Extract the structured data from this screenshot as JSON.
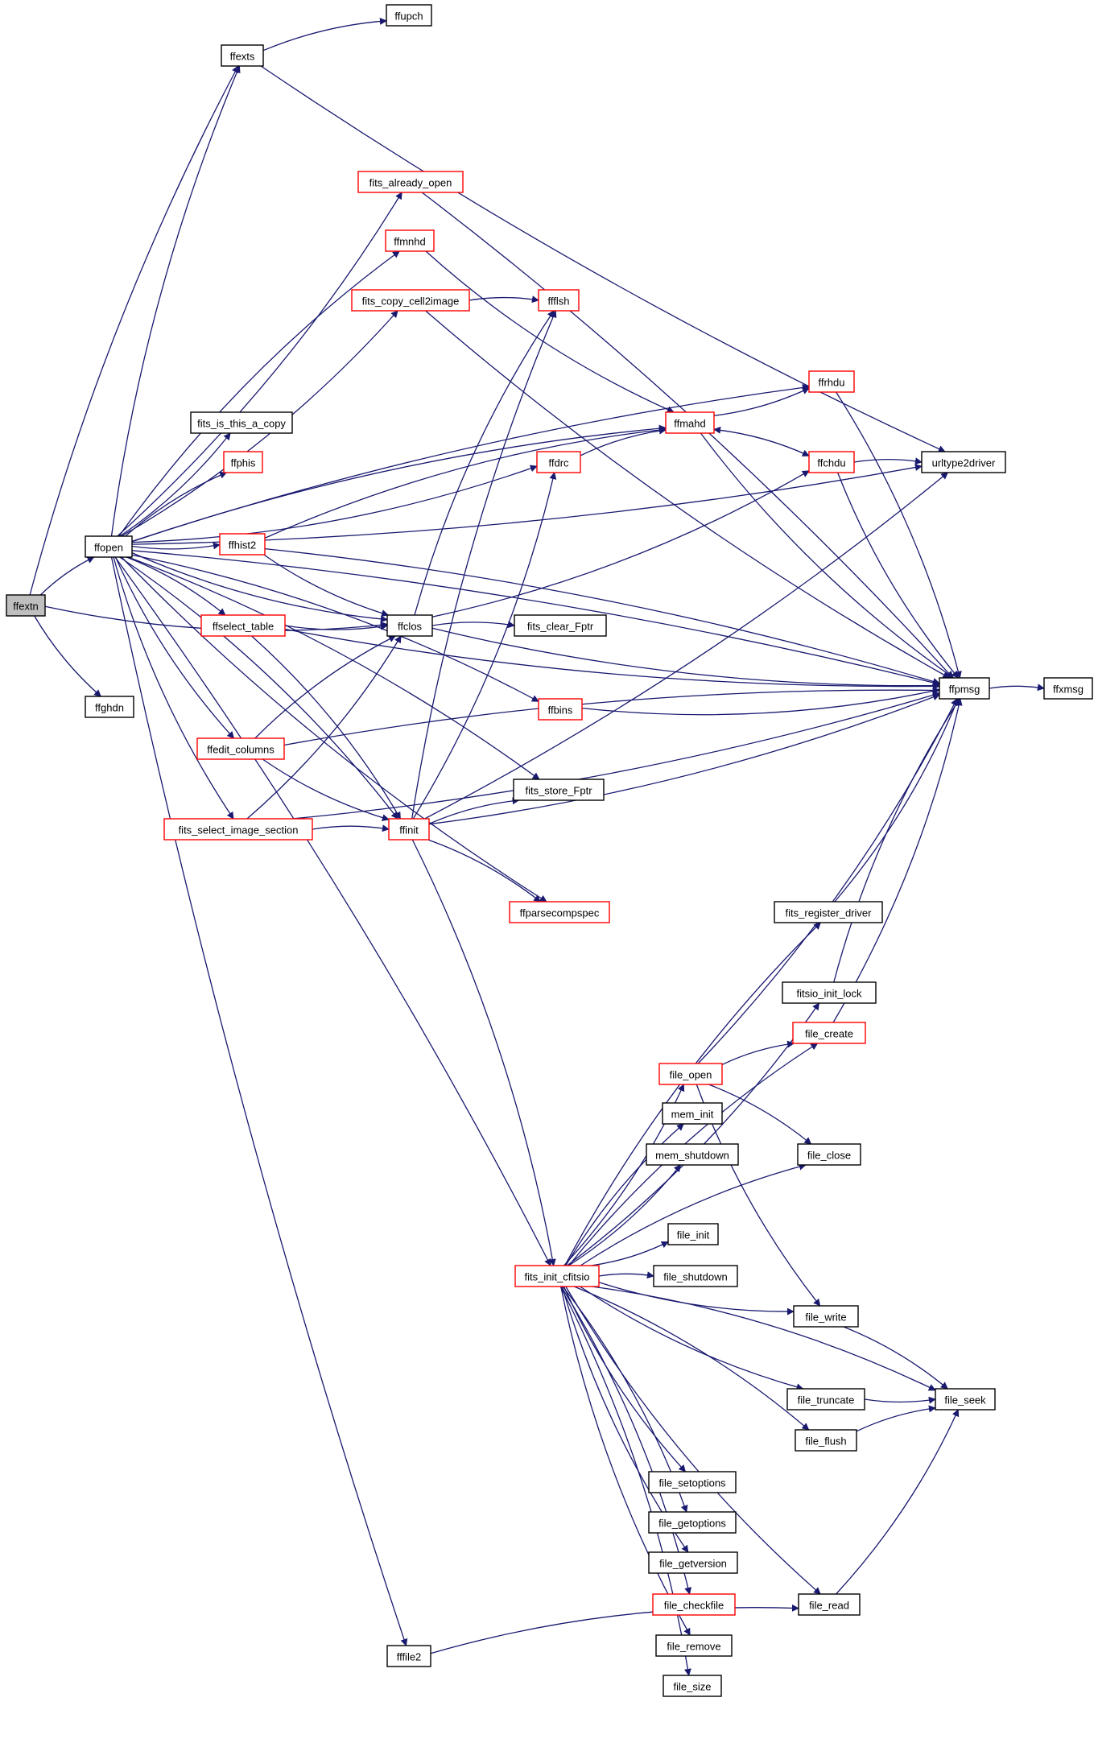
{
  "graph": {
    "accent_edge_color": "#191970",
    "root_fill": "#bfbfbf",
    "truncated_border_color": "#ff0000",
    "normal_border_color": "#000000",
    "nodes": [
      {
        "id": "ffextn",
        "label": "ffextn",
        "style": "root"
      },
      {
        "id": "ffopen",
        "label": "ffopen",
        "style": "black"
      },
      {
        "id": "ffghdn",
        "label": "ffghdn",
        "style": "black"
      },
      {
        "id": "ffexts",
        "label": "ffexts",
        "style": "black"
      },
      {
        "id": "ffupch",
        "label": "ffupch",
        "style": "black"
      },
      {
        "id": "fits_already_open",
        "label": "fits_already_open",
        "style": "red"
      },
      {
        "id": "ffmnhd",
        "label": "ffmnhd",
        "style": "red"
      },
      {
        "id": "fits_copy_cell2image",
        "label": "fits_copy_cell2image",
        "style": "red"
      },
      {
        "id": "ffflsh",
        "label": "ffflsh",
        "style": "red"
      },
      {
        "id": "ffrhdu",
        "label": "ffrhdu",
        "style": "red"
      },
      {
        "id": "fits_is_this_a_copy",
        "label": "fits_is_this_a_copy",
        "style": "black"
      },
      {
        "id": "ffmahd",
        "label": "ffmahd",
        "style": "red"
      },
      {
        "id": "ffphis",
        "label": "ffphis",
        "style": "red"
      },
      {
        "id": "ffdrc",
        "label": "ffdrc",
        "style": "red"
      },
      {
        "id": "ffchdu",
        "label": "ffchdu",
        "style": "red"
      },
      {
        "id": "urltype2driver",
        "label": "urltype2driver",
        "style": "black"
      },
      {
        "id": "ffhist2",
        "label": "ffhist2",
        "style": "red"
      },
      {
        "id": "ffselect_table",
        "label": "ffselect_table",
        "style": "red"
      },
      {
        "id": "ffclos",
        "label": "ffclos",
        "style": "black"
      },
      {
        "id": "fits_clear_Fptr",
        "label": "fits_clear_Fptr",
        "style": "black"
      },
      {
        "id": "ffpmsg",
        "label": "ffpmsg",
        "style": "black"
      },
      {
        "id": "ffxmsg",
        "label": "ffxmsg",
        "style": "black"
      },
      {
        "id": "ffbins",
        "label": "ffbins",
        "style": "red"
      },
      {
        "id": "ffedit_columns",
        "label": "ffedit_columns",
        "style": "red"
      },
      {
        "id": "fits_store_Fptr",
        "label": "fits_store_Fptr",
        "style": "black"
      },
      {
        "id": "fits_select_image_section",
        "label": "fits_select_image_section",
        "style": "red"
      },
      {
        "id": "ffinit",
        "label": "ffinit",
        "style": "red"
      },
      {
        "id": "ffparsecompspec",
        "label": "ffparsecompspec",
        "style": "red"
      },
      {
        "id": "fits_register_driver",
        "label": "fits_register_driver",
        "style": "black"
      },
      {
        "id": "fitsio_init_lock",
        "label": "fitsio_init_lock",
        "style": "black"
      },
      {
        "id": "file_create",
        "label": "file_create",
        "style": "red"
      },
      {
        "id": "file_open",
        "label": "file_open",
        "style": "red"
      },
      {
        "id": "mem_init",
        "label": "mem_init",
        "style": "black"
      },
      {
        "id": "mem_shutdown",
        "label": "mem_shutdown",
        "style": "black"
      },
      {
        "id": "file_close",
        "label": "file_close",
        "style": "black"
      },
      {
        "id": "file_init",
        "label": "file_init",
        "style": "black"
      },
      {
        "id": "fits_init_cfitsio",
        "label": "fits_init_cfitsio",
        "style": "red"
      },
      {
        "id": "file_shutdown",
        "label": "file_shutdown",
        "style": "black"
      },
      {
        "id": "file_write",
        "label": "file_write",
        "style": "black"
      },
      {
        "id": "file_truncate",
        "label": "file_truncate",
        "style": "black"
      },
      {
        "id": "file_seek",
        "label": "file_seek",
        "style": "black"
      },
      {
        "id": "file_flush",
        "label": "file_flush",
        "style": "black"
      },
      {
        "id": "file_setoptions",
        "label": "file_setoptions",
        "style": "black"
      },
      {
        "id": "file_getoptions",
        "label": "file_getoptions",
        "style": "black"
      },
      {
        "id": "file_getversion",
        "label": "file_getversion",
        "style": "black"
      },
      {
        "id": "file_checkfile",
        "label": "file_checkfile",
        "style": "red"
      },
      {
        "id": "file_read",
        "label": "file_read",
        "style": "black"
      },
      {
        "id": "file_remove",
        "label": "file_remove",
        "style": "black"
      },
      {
        "id": "fffile2",
        "label": "fffile2",
        "style": "black"
      },
      {
        "id": "file_size",
        "label": "file_size",
        "style": "black"
      }
    ],
    "edges": [
      [
        "ffextn",
        "ffopen"
      ],
      [
        "ffextn",
        "ffghdn"
      ],
      [
        "ffextn",
        "ffexts"
      ],
      [
        "ffextn",
        "ffclos"
      ],
      [
        "ffexts",
        "ffupch"
      ],
      [
        "ffexts",
        "urltype2driver"
      ],
      [
        "ffopen",
        "ffexts"
      ],
      [
        "ffopen",
        "urltype2driver"
      ],
      [
        "ffopen",
        "ffpmsg"
      ],
      [
        "ffopen",
        "fits_already_open"
      ],
      [
        "ffopen",
        "ffmnhd"
      ],
      [
        "ffopen",
        "fits_copy_cell2image"
      ],
      [
        "ffopen",
        "ffmahd"
      ],
      [
        "ffopen",
        "ffdrc"
      ],
      [
        "ffopen",
        "ffrhdu"
      ],
      [
        "ffopen",
        "fits_is_this_a_copy"
      ],
      [
        "ffopen",
        "ffphis"
      ],
      [
        "ffopen",
        "ffhist2"
      ],
      [
        "ffopen",
        "ffselect_table"
      ],
      [
        "ffopen",
        "ffclos"
      ],
      [
        "ffopen",
        "ffbins"
      ],
      [
        "ffopen",
        "ffedit_columns"
      ],
      [
        "ffopen",
        "fits_store_Fptr"
      ],
      [
        "ffopen",
        "fits_select_image_section"
      ],
      [
        "ffopen",
        "ffinit"
      ],
      [
        "ffopen",
        "ffparsecompspec"
      ],
      [
        "ffopen",
        "fits_init_cfitsio"
      ],
      [
        "ffopen",
        "fffile2"
      ],
      [
        "fits_already_open",
        "ffpmsg"
      ],
      [
        "ffmnhd",
        "ffmahd"
      ],
      [
        "fits_copy_cell2image",
        "ffflsh"
      ],
      [
        "fits_copy_cell2image",
        "ffpmsg"
      ],
      [
        "ffrhdu",
        "ffpmsg"
      ],
      [
        "ffmahd",
        "ffrhdu"
      ],
      [
        "ffmahd",
        "ffchdu"
      ],
      [
        "ffmahd",
        "ffpmsg"
      ],
      [
        "ffdrc",
        "ffmahd"
      ],
      [
        "ffchdu",
        "ffmahd"
      ],
      [
        "ffchdu",
        "urltype2driver"
      ],
      [
        "ffchdu",
        "ffpmsg"
      ],
      [
        "ffhist2",
        "ffmahd"
      ],
      [
        "ffhist2",
        "ffclos"
      ],
      [
        "ffhist2",
        "ffpmsg"
      ],
      [
        "ffselect_table",
        "ffclos"
      ],
      [
        "ffselect_table",
        "ffinit"
      ],
      [
        "ffselect_table",
        "ffpmsg"
      ],
      [
        "ffclos",
        "ffflsh"
      ],
      [
        "ffclos",
        "ffchdu"
      ],
      [
        "ffclos",
        "fits_clear_Fptr"
      ],
      [
        "ffclos",
        "ffpmsg"
      ],
      [
        "ffpmsg",
        "ffxmsg"
      ],
      [
        "ffbins",
        "ffpmsg"
      ],
      [
        "ffedit_columns",
        "ffclos"
      ],
      [
        "ffedit_columns",
        "ffinit"
      ],
      [
        "ffedit_columns",
        "ffpmsg"
      ],
      [
        "fits_select_image_section",
        "ffclos"
      ],
      [
        "fits_select_image_section",
        "ffinit"
      ],
      [
        "fits_select_image_section",
        "ffpmsg"
      ],
      [
        "ffinit",
        "fits_store_Fptr"
      ],
      [
        "ffinit",
        "ffdrc"
      ],
      [
        "ffinit",
        "ffflsh"
      ],
      [
        "ffinit",
        "ffpmsg"
      ],
      [
        "ffinit",
        "ffparsecompspec"
      ],
      [
        "ffinit",
        "urltype2driver"
      ],
      [
        "ffinit",
        "fits_init_cfitsio"
      ],
      [
        "fits_register_driver",
        "ffpmsg"
      ],
      [
        "fitsio_init_lock",
        "ffpmsg"
      ],
      [
        "file_create",
        "ffpmsg"
      ],
      [
        "file_open",
        "file_create"
      ],
      [
        "file_open",
        "ffpmsg"
      ],
      [
        "file_open",
        "file_close"
      ],
      [
        "file_open",
        "file_write"
      ],
      [
        "fits_init_cfitsio",
        "fits_register_driver"
      ],
      [
        "fits_init_cfitsio",
        "fitsio_init_lock"
      ],
      [
        "fits_init_cfitsio",
        "file_create"
      ],
      [
        "fits_init_cfitsio",
        "file_open"
      ],
      [
        "fits_init_cfitsio",
        "mem_init"
      ],
      [
        "fits_init_cfitsio",
        "mem_shutdown"
      ],
      [
        "fits_init_cfitsio",
        "file_close"
      ],
      [
        "fits_init_cfitsio",
        "file_init"
      ],
      [
        "fits_init_cfitsio",
        "file_shutdown"
      ],
      [
        "fits_init_cfitsio",
        "file_write"
      ],
      [
        "fits_init_cfitsio",
        "file_seek"
      ],
      [
        "fits_init_cfitsio",
        "file_truncate"
      ],
      [
        "fits_init_cfitsio",
        "file_flush"
      ],
      [
        "fits_init_cfitsio",
        "file_setoptions"
      ],
      [
        "fits_init_cfitsio",
        "file_getoptions"
      ],
      [
        "fits_init_cfitsio",
        "file_getversion"
      ],
      [
        "fits_init_cfitsio",
        "file_checkfile"
      ],
      [
        "fits_init_cfitsio",
        "file_remove"
      ],
      [
        "fits_init_cfitsio",
        "file_size"
      ],
      [
        "fits_init_cfitsio",
        "file_read"
      ],
      [
        "file_write",
        "file_seek"
      ],
      [
        "file_truncate",
        "file_seek"
      ],
      [
        "file_flush",
        "file_seek"
      ],
      [
        "file_read",
        "file_seek"
      ],
      [
        "fffile2",
        "file_read"
      ]
    ]
  }
}
